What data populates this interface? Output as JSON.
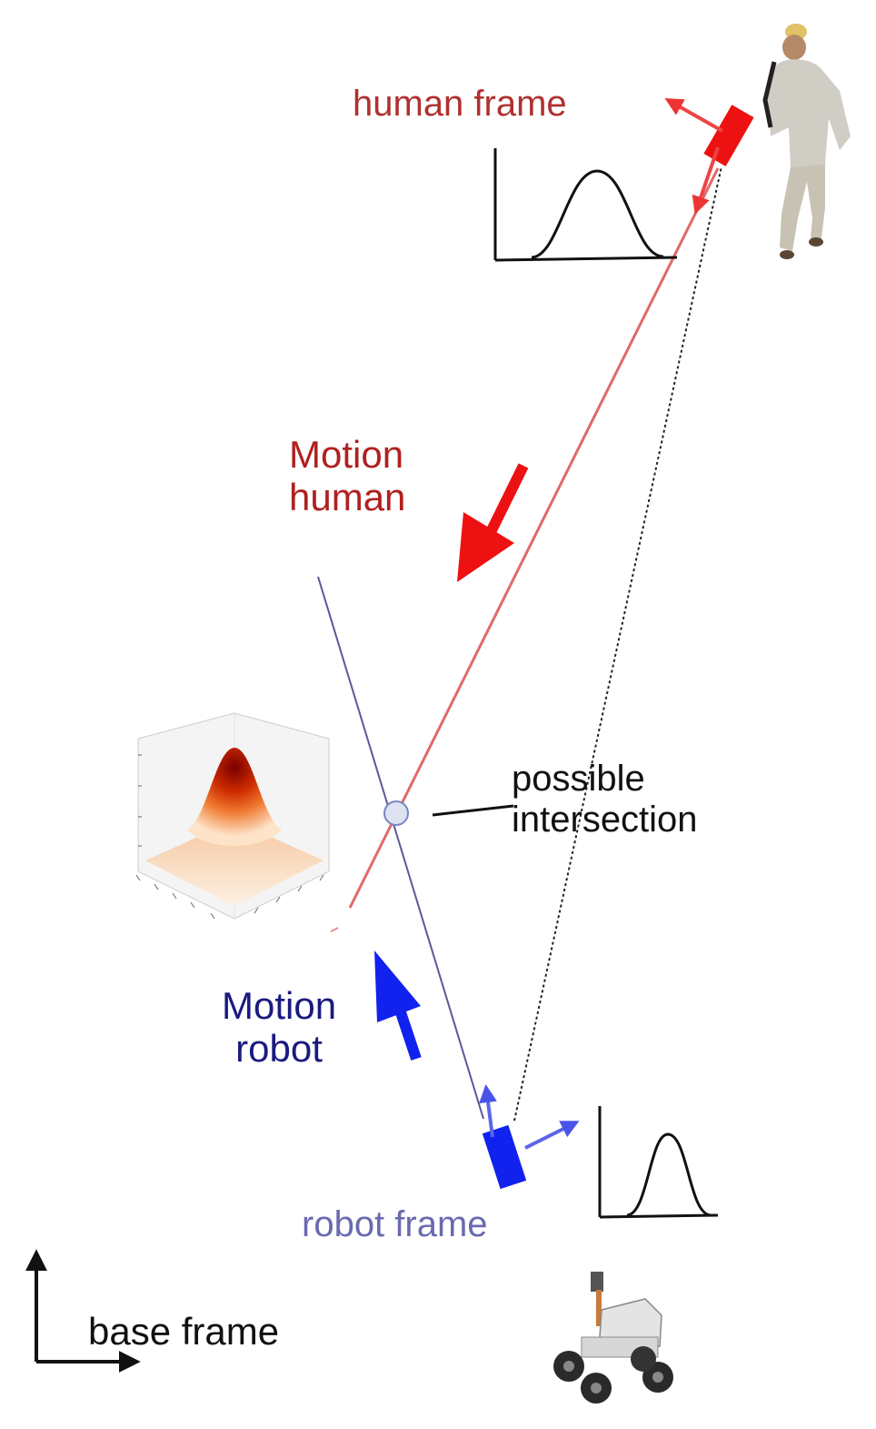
{
  "labels": {
    "human_frame": "human frame",
    "motion_human_line1": "Motion",
    "motion_human_line2": "human",
    "motion_robot_line1": "Motion",
    "motion_robot_line2": "robot",
    "possible_intersection_line1": "possible",
    "possible_intersection_line2": "intersection",
    "robot_frame": "robot frame",
    "base_frame": "base frame"
  },
  "colors": {
    "human": "#ee1111",
    "human_text": "#b03030",
    "robot": "#1122ee",
    "robot_text": "#2a2a8a",
    "robot_frame_text": "#6a6ab0",
    "black": "#111111"
  },
  "icons": {
    "human": "walking-person-icon",
    "robot": "mobile-robot-icon"
  }
}
